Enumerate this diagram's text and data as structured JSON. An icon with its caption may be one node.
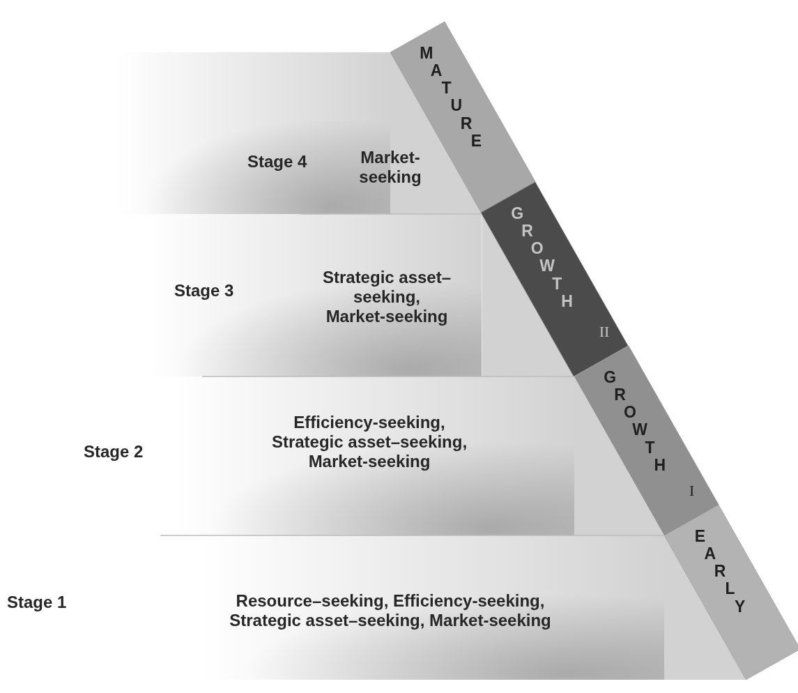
{
  "diagram": {
    "nodes": [
      {
        "text": [
          "Stage 4",
          "Market-seeking"
        ]
      },
      {
        "text": [
          "Stage 3",
          "Strategic asset–seeking, Market-seeking"
        ]
      },
      {
        "text": [
          "Stage 2",
          "Efficiency-seeking, Strategic asset–seeking, Market-seeking"
        ]
      },
      {
        "text": [
          "Stage 1",
          "Resource–seeking, Efficiency-seeking, Strategic asset–seeking, Market-seeking"
        ]
      },
      {
        "text": [
          "MATURE"
        ]
      },
      {
        "text": [
          "GROWTH",
          "II"
        ]
      },
      {
        "text": [
          "GROWTH",
          "I"
        ]
      },
      {
        "text": [
          "EARLY"
        ]
      }
    ],
    "edges": []
  }
}
